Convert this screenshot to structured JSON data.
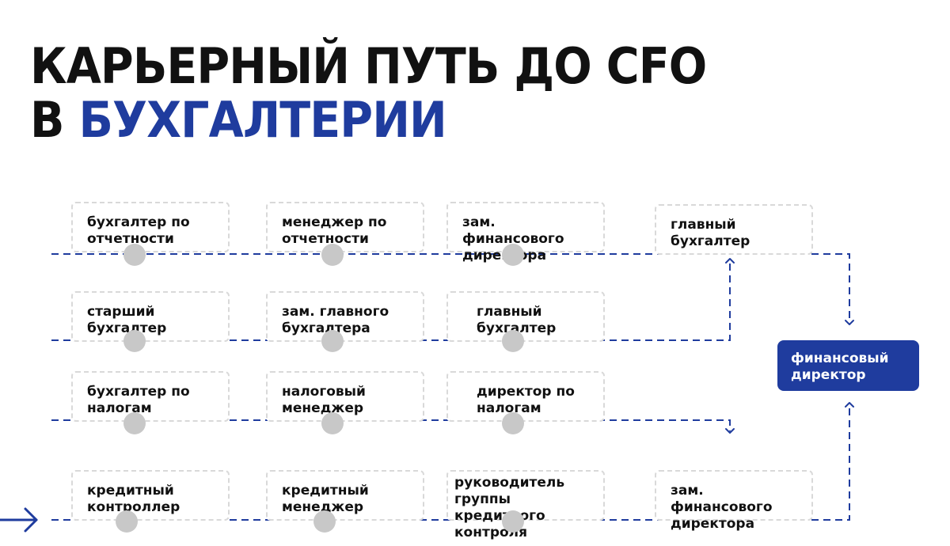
{
  "title": {
    "line1": "КАРЬЕРНЫЙ ПУТЬ ДО CFO",
    "line2_prefix": "В ",
    "line2_accent": "БУХГАЛТЕРИИ"
  },
  "colors": {
    "accent": "#1f3c9e",
    "node_border": "#d9d9d9",
    "dot": "#c8c8c8",
    "text": "#111111"
  },
  "tracks": [
    {
      "nodes": [
        "бухгалтер по\nотчетности",
        "менеджер по\nотчетности",
        "зам. финансового\nдиректора",
        "главный\nбухгалтер"
      ]
    },
    {
      "nodes": [
        "старший\nбухгалтер",
        "зам. главного\nбухгалтера",
        "главный\nбухгалтер"
      ]
    },
    {
      "nodes": [
        "бухгалтер по\nналогам",
        "налоговый\nменеджер",
        "директор по\nналогам"
      ]
    },
    {
      "nodes": [
        "кредитный\nконтроллер",
        "кредитный\nменеджер",
        "руководитель\nгруппы кредитного\nконтроля",
        "зам. финансового\nдиректора"
      ]
    }
  ],
  "target": {
    "label": "финансовый\nдиректор"
  },
  "icons": {
    "entry": "arrow-right-icon",
    "dots": "circle-marker-icon"
  }
}
